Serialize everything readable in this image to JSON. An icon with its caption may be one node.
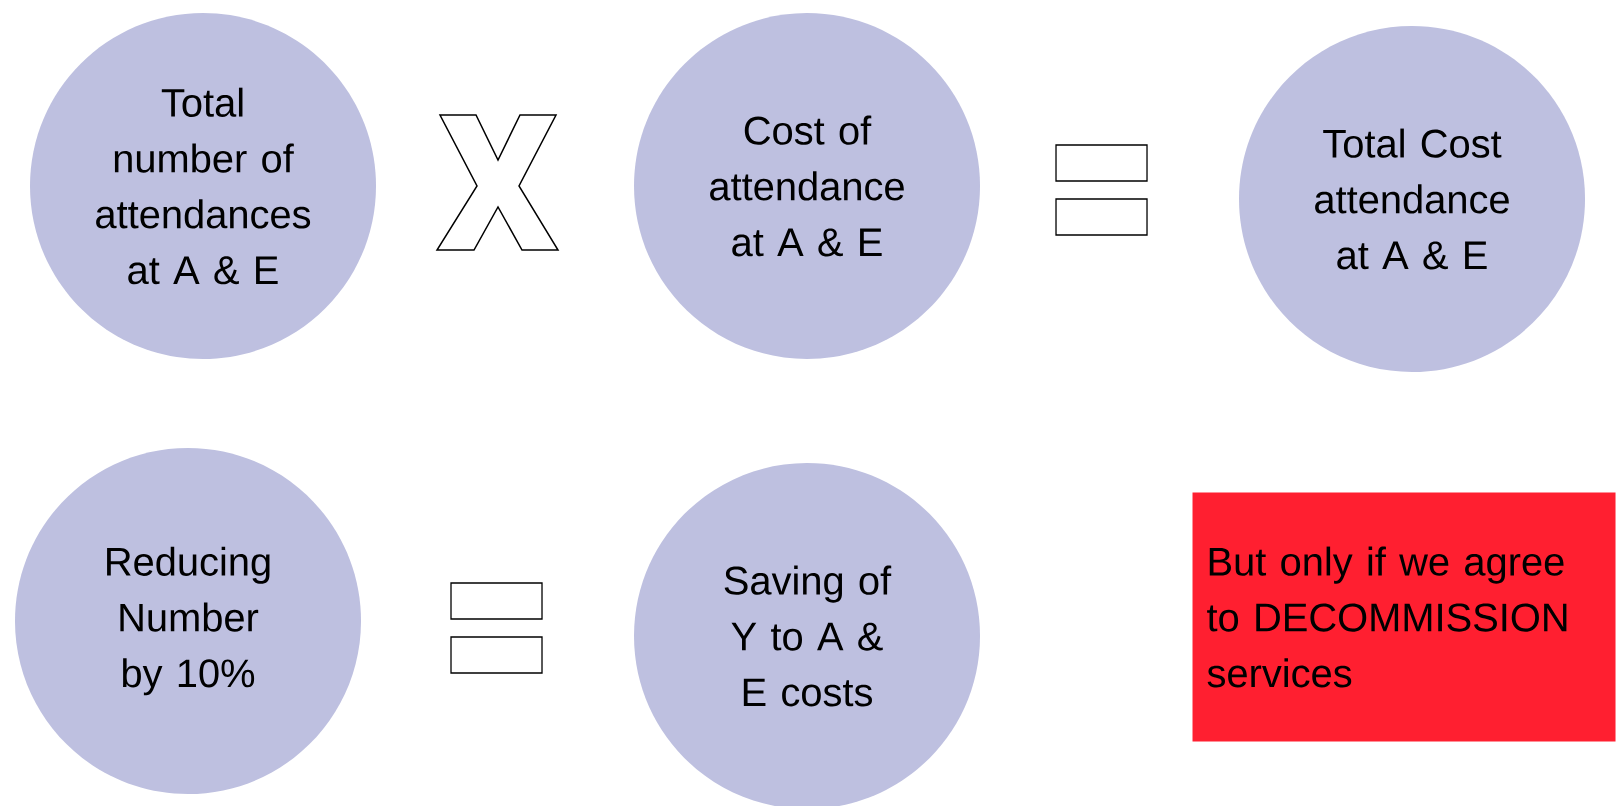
{
  "diagram": {
    "nodes": [
      {
        "text": [
          "Total number of attendances at A & E"
        ]
      },
      {
        "text": [],
        "shape": "cross"
      },
      {
        "text": [
          "Cost of attendance at A & E"
        ]
      },
      {
        "text": [],
        "shape": "equals"
      },
      {
        "text": [
          "Total Cost attendance at A & E"
        ]
      },
      {
        "text": [
          "Reducing Number by 10%"
        ]
      },
      {
        "text": [],
        "shape": "equals"
      },
      {
        "text": [
          "Saving of Y to A & E costs"
        ]
      },
      {
        "text": [
          "But only if we agree to DECOMMISSION services"
        ]
      }
    ]
  }
}
